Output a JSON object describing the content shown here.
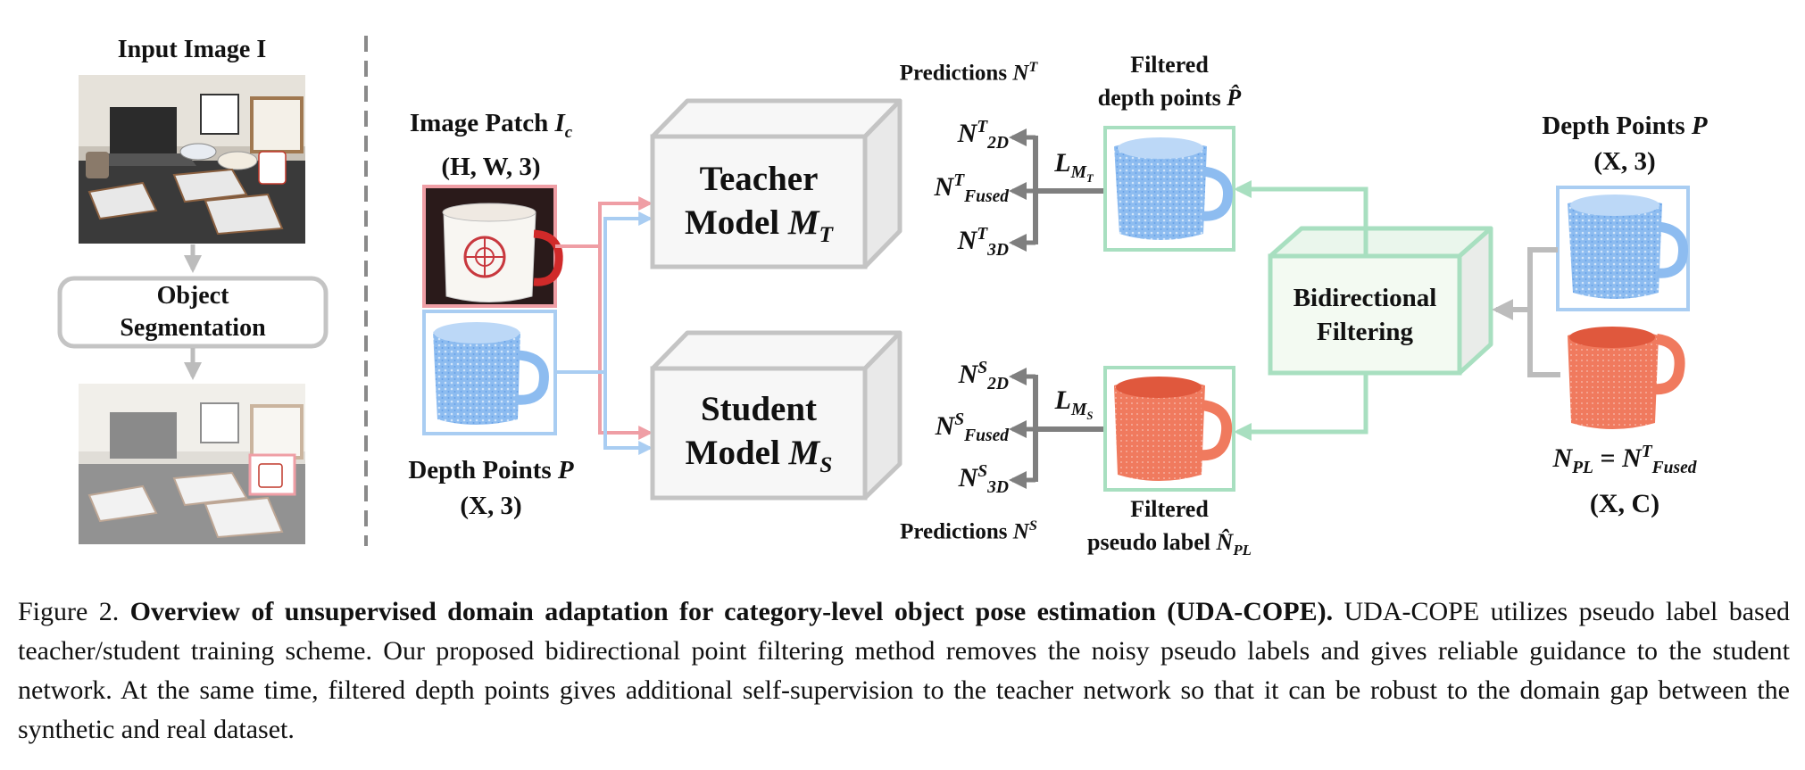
{
  "figure_label": "Figure 2.",
  "caption": {
    "title": "Overview of unsupervised domain adaptation for category-level object pose estimation (UDA-COPE).",
    "body": "UDA-COPE utilizes pseudo label based teacher/student training scheme. Our proposed bidirectional point filtering method removes the noisy pseudo labels and gives reliable guidance to the student network. At the same time, filtered depth points gives additional self-supervision to the teacher network so that it can be robust to the domain gap between the synthetic and real dataset."
  },
  "left_panel": {
    "input_title": "Input Image I",
    "segmentation": [
      "Object",
      "Segmentation"
    ]
  },
  "image_patch": {
    "title": "Image Patch",
    "symbol": "I",
    "sub": "c",
    "shape": "(H, W, 3)"
  },
  "depth_points_left": {
    "title": "Depth Points",
    "symbol": "P",
    "shape": "(X, 3)"
  },
  "teacher": {
    "line1": "Teacher",
    "line2": "Model",
    "symbol": "M",
    "sub": "T"
  },
  "student": {
    "line1": "Student",
    "line2": "Model",
    "symbol": "M",
    "sub": "S"
  },
  "teacher_outputs": {
    "predictions_label": "Predictions",
    "predictions_symbol": "N",
    "predictions_sup": "T",
    "items": [
      {
        "sym": "N",
        "sup": "T",
        "sub": "2D"
      },
      {
        "sym": "N",
        "sup": "T",
        "sub": "Fused"
      },
      {
        "sym": "N",
        "sup": "T",
        "sub": "3D"
      }
    ],
    "loss": {
      "sym": "L",
      "sub": "M",
      "subsub": "T"
    }
  },
  "student_outputs": {
    "predictions_label": "Predictions",
    "predictions_symbol": "N",
    "predictions_sup": "S",
    "items": [
      {
        "sym": "N",
        "sup": "S",
        "sub": "2D"
      },
      {
        "sym": "N",
        "sup": "S",
        "sub": "Fused"
      },
      {
        "sym": "N",
        "sup": "S",
        "sub": "3D"
      }
    ],
    "loss": {
      "sym": "L",
      "sub": "M",
      "subsub": "S"
    }
  },
  "filtered_depth": {
    "line1": "Filtered",
    "line2": "depth points",
    "symbol": "P̂"
  },
  "filtered_label": {
    "line1": "Filtered",
    "line2": "pseudo label",
    "symbol": "N̂",
    "sub": "PL"
  },
  "bidirectional": [
    "Bidirectional",
    "Filtering"
  ],
  "depth_points_right": {
    "title": "Depth Points",
    "symbol": "P",
    "shape": "(X, 3)"
  },
  "pseudo_label": {
    "lhs": "N",
    "lhs_sub": "PL",
    "rhs": "N",
    "rhs_sup": "T",
    "rhs_sub": "Fused",
    "shape": "(X, C)"
  },
  "colors": {
    "blue_points": "#7fb2ee",
    "red_points": "#f07a5e",
    "pink_border": "#ef9ea5",
    "blue_border": "#a9cdf2",
    "green_border": "#a8dfc0",
    "green_fill": "#f3faf2",
    "box_gray": "#c4c4c4",
    "arrow_gray": "#7f7f7f",
    "dash_gray": "#8a8a8a"
  }
}
